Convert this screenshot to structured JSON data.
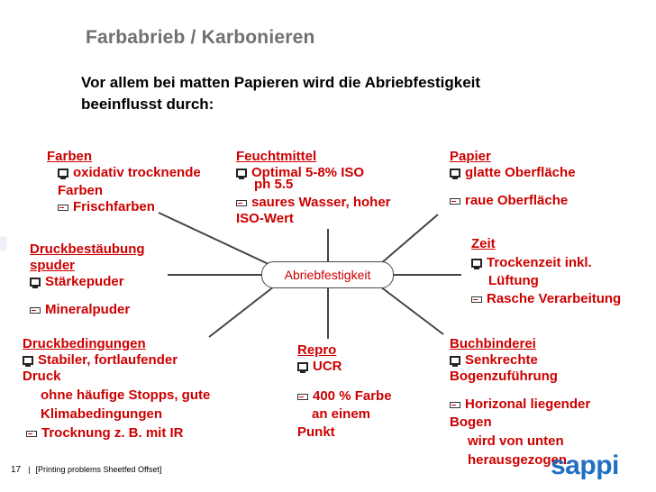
{
  "watermark": "sappi",
  "slide_title": "Farbabrieb / Karbonieren",
  "subtitle_lines": [
    "Vor allem bei matten Papieren wird die Abriebfestigkeit",
    "beeinflusst durch:"
  ],
  "center_label": "Abriebfestigkeit",
  "colors": {
    "accent": "#cc0000",
    "title_gray": "#707070",
    "logo_blue": "#1f6fc2"
  },
  "groups": {
    "farben": {
      "head": "Farben",
      "items": [
        "oxidativ trocknende",
        "Farben",
        "Frischfarben"
      ]
    },
    "feuchtmittel": {
      "head": "Feuchtmittel",
      "items": [
        "Optimal 5-8% ISO",
        "ph 5.5",
        "saures Wasser, hoher",
        "ISO-Wert"
      ]
    },
    "papier": {
      "head": "Papier",
      "items": [
        "glatte Oberfläche",
        "raue Oberfläche"
      ]
    },
    "druckbestaeubung": {
      "head_lines": [
        "Druckbestäubung",
        "spuder"
      ],
      "items": [
        "Stärkepuder",
        "Mineralpuder"
      ]
    },
    "zeit": {
      "head": "Zeit",
      "items": [
        "Trockenzeit inkl.",
        "Lüftung",
        "Rasche Verarbeitung"
      ]
    },
    "druckbedingungen": {
      "head": "Druckbedingungen",
      "items": [
        "Stabiler, fortlaufender",
        "Druck",
        "ohne häufige Stopps, gute",
        "Klimabedingungen",
        "Trocknung z. B. mit IR"
      ]
    },
    "repro": {
      "head": "Repro",
      "items": [
        "UCR",
        "400 % Farbe",
        "an einem",
        "Punkt"
      ]
    },
    "buchbinderei": {
      "head": "Buchbinderei",
      "items": [
        "Senkrechte",
        "Bogenzuführung",
        "Horizonal liegender",
        "Bogen",
        "wird von unten",
        "herausgezogen"
      ]
    }
  },
  "footer": {
    "page_number": "17",
    "separator": "|",
    "text": "[Printing problems Sheetfed Offset]"
  },
  "logo_text": "sappi"
}
